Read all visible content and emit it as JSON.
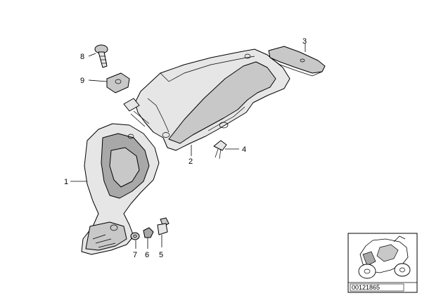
{
  "callouts": {
    "c1": "1",
    "c2": "2",
    "c3": "3",
    "c4": "4",
    "c5": "5",
    "c6": "6",
    "c7": "7",
    "c8": "8",
    "c9": "9"
  },
  "reference": {
    "code": "00121865"
  },
  "colors": {
    "line": "#000000",
    "fill_light": "#e6e6e6",
    "fill_mid": "#c8c8c8",
    "fill_dark": "#a8a8a8",
    "background": "#ffffff"
  }
}
